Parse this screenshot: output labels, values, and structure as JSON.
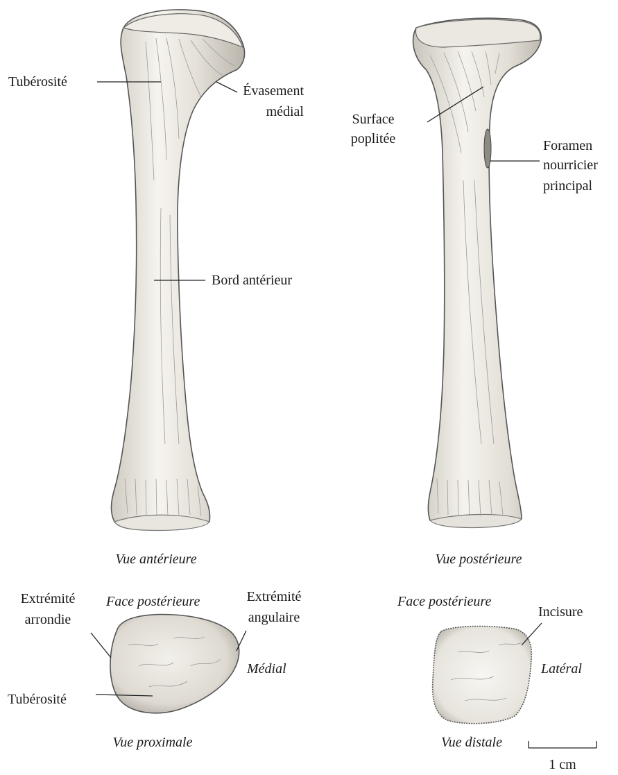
{
  "anterior": {
    "view": "Vue antérieure",
    "tuberosite": "Tubérosité",
    "evasement_line1": "Évasement",
    "evasement_line2": "médial",
    "bord": "Bord antérieur"
  },
  "posterior": {
    "view": "Vue postérieure",
    "surface_line1": "Surface",
    "surface_line2": "poplitée",
    "foramen_line1": "Foramen",
    "foramen_line2": "nourricier",
    "foramen_line3": "principal"
  },
  "proximal": {
    "view": "Vue proximale",
    "face": "Face postérieure",
    "arrondie_line1": "Extrémité",
    "arrondie_line2": "arrondie",
    "angulaire_line1": "Extrémité",
    "angulaire_line2": "angulaire",
    "medial": "Médial",
    "tuberosite": "Tubérosité"
  },
  "distal": {
    "view": "Vue distale",
    "face": "Face postérieure",
    "incisure": "Incisure",
    "lateral": "Latéral"
  },
  "scale": {
    "label": "1 cm"
  },
  "colors": {
    "bone_light": "#f4f2ec",
    "bone_mid": "#dcd8cf",
    "bone_dark": "#a9a59c",
    "ink": "#1a1a1a"
  }
}
